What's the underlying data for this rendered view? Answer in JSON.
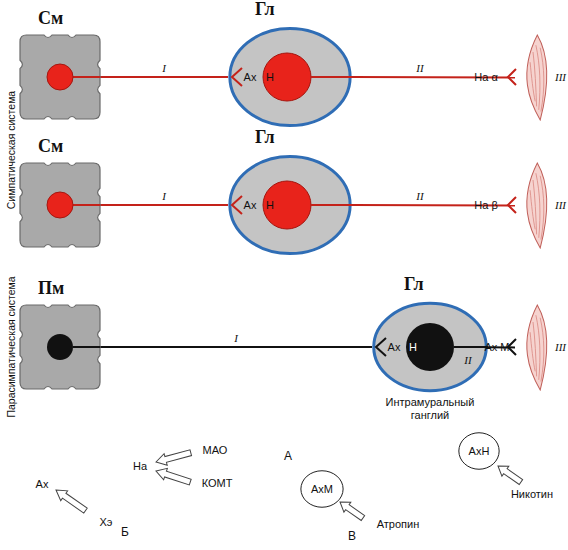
{
  "diagram": {
    "nodes": [
      {
        "text": [
          "См"
        ]
      },
      {
        "text": [
          "Гл"
        ]
      },
      {
        "text": [
          "III"
        ]
      },
      {
        "text": [
          "См"
        ]
      },
      {
        "text": [
          "Гл"
        ]
      },
      {
        "text": [
          "III"
        ]
      },
      {
        "text": [
          "Пм"
        ]
      },
      {
        "text": [
          "Гл",
          "Интрамуральный ганглий"
        ]
      },
      {
        "text": [
          "III"
        ]
      },
      {
        "text": [
          "АхН"
        ]
      },
      {
        "text": [
          "АхМ"
        ]
      }
    ],
    "edges": [
      {
        "from": 0,
        "to": 1,
        "label": "I",
        "arrow": "none"
      },
      {
        "from": 1,
        "to": 2,
        "label": "II",
        "arrow": "none"
      },
      {
        "from": 3,
        "to": 4,
        "label": "I",
        "arrow": "none"
      },
      {
        "from": 4,
        "to": 5,
        "label": "II",
        "arrow": "none"
      },
      {
        "from": 6,
        "to": 7,
        "label": "I",
        "arrow": "none"
      },
      {
        "from": 7,
        "to": 8,
        "label": "II",
        "arrow": "none"
      }
    ],
    "labels": [
      "Ах",
      "Н",
      "На α",
      "Ах",
      "Н",
      "На β",
      "Ах",
      "Н",
      "Ах М",
      "Симпатическая система",
      "Парасимпатическая система",
      "А",
      "Б",
      "В",
      "Ах",
      "Хэ",
      "На",
      "МАО",
      "КОМТ",
      "Атропин",
      "Никотин"
    ]
  }
}
